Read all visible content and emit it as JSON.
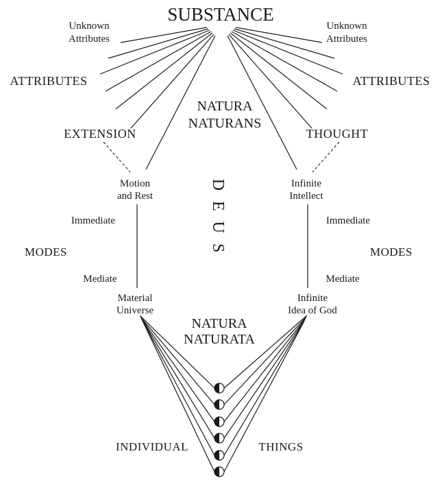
{
  "diagram": {
    "substance": "SUBSTANCE",
    "natura_naturans": {
      "line1": "NATURA",
      "line2": "NATURANS"
    },
    "deus": "DEUS",
    "natura_naturata": {
      "line1": "NATURA",
      "line2": "NATURATA"
    },
    "left": {
      "unknown_attributes": {
        "line1": "Unknown",
        "line2": "Attributes"
      },
      "attributes": "ATTRIBUTES",
      "extension": "EXTENSION",
      "immediate_mode": {
        "line1": "Motion",
        "line2": "and Rest"
      },
      "immediate": "Immediate",
      "modes": "MODES",
      "mediate": "Mediate",
      "mediate_mode": {
        "line1": "Material",
        "line2": "Universe"
      }
    },
    "right": {
      "unknown_attributes": {
        "line1": "Unknown",
        "line2": "Attributes"
      },
      "attributes": "ATTRIBUTES",
      "thought": "THOUGHT",
      "immediate_mode": {
        "line1": "Infinite",
        "line2": "Intellect"
      },
      "immediate": "Immediate",
      "modes": "MODES",
      "mediate": "Mediate",
      "mediate_mode": {
        "line1": "Infinite",
        "line2": "Idea of God"
      }
    },
    "bottom": {
      "individual": "INDIVIDUAL",
      "things": "THINGS"
    },
    "colors": {
      "line": "#1a1a1a",
      "text": "#1a1a1a",
      "background": "#ffffff"
    }
  }
}
